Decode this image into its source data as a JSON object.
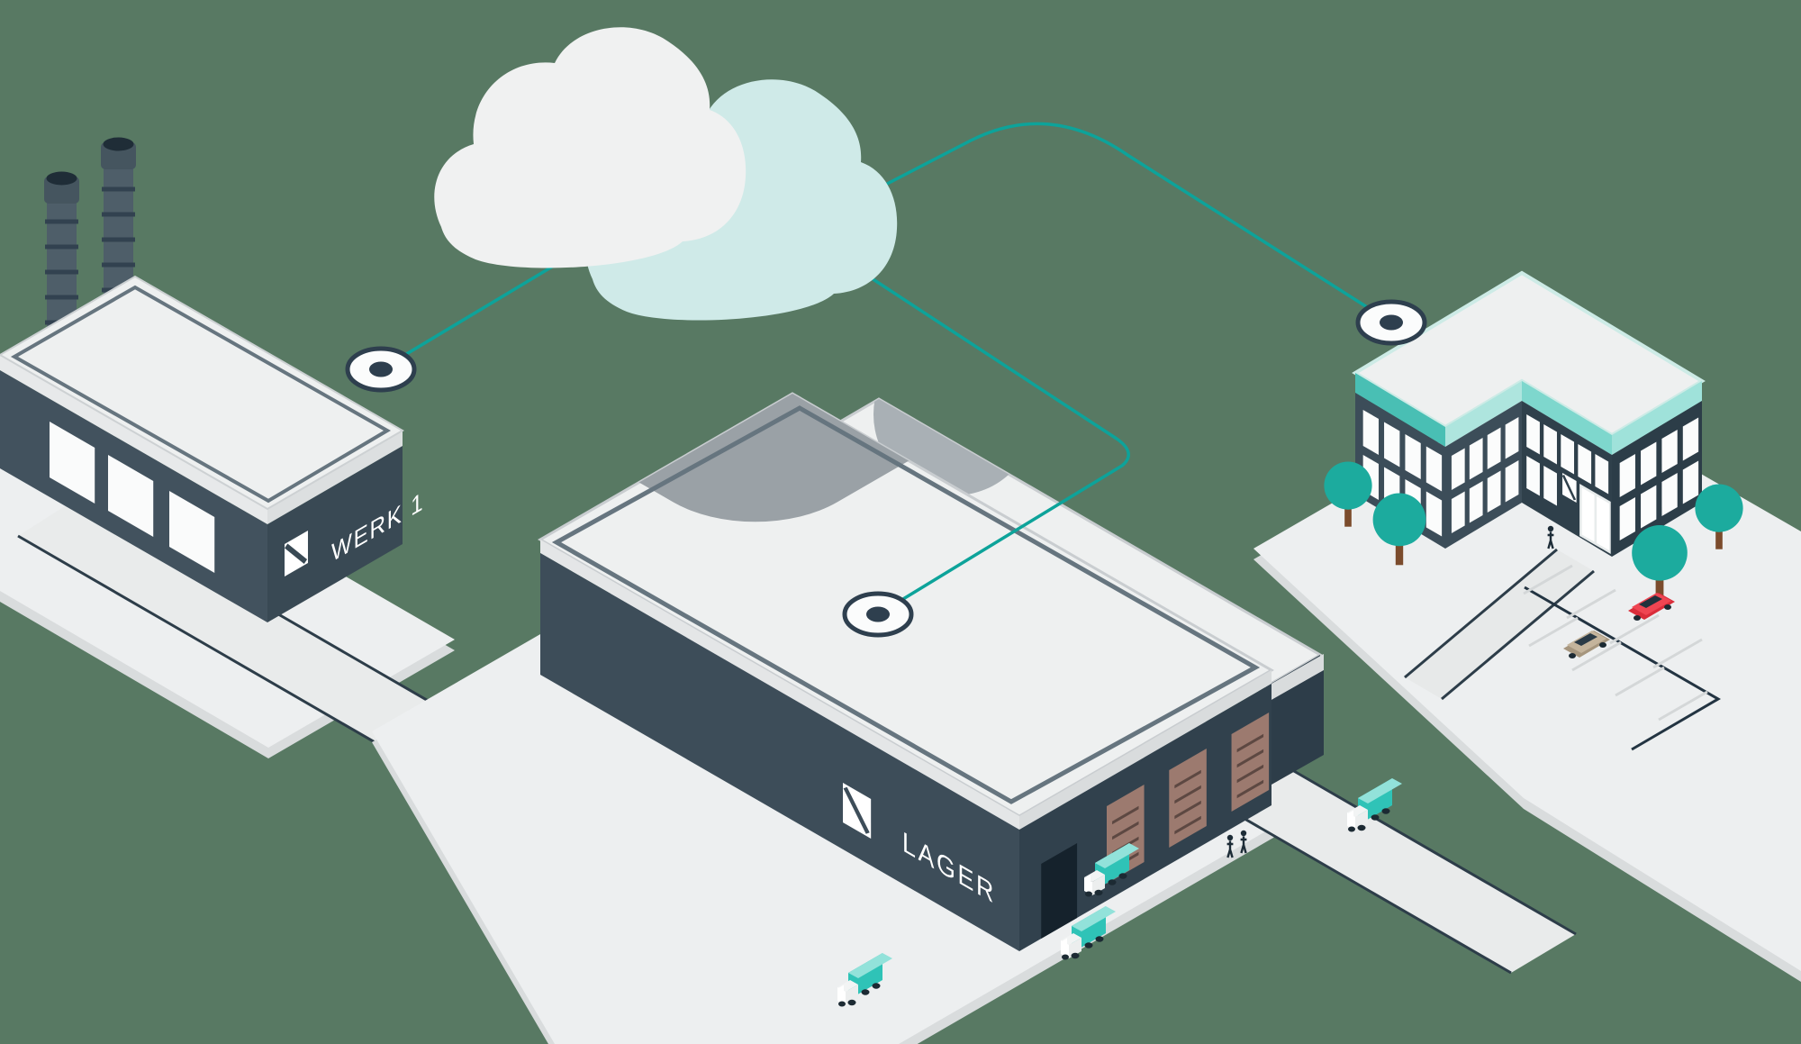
{
  "scene": {
    "type": "isometric-illustration",
    "description": "Cloud-connected logistics network with factory, warehouse and office building",
    "background_color": "#587963",
    "accent_color": "#0da39a"
  },
  "buildings": {
    "factory": {
      "label": "WERK 1",
      "logo": "document-fold-icon",
      "features": [
        "two smokestacks",
        "three windows"
      ]
    },
    "warehouse": {
      "label": "LAGER",
      "logo": "document-fold-icon",
      "features": [
        "roof node",
        "three dock doors",
        "person door"
      ]
    },
    "office": {
      "label": "",
      "logo": "document-fold-icon",
      "features": [
        "mint roof trim",
        "window grids",
        "entrance",
        "trees",
        "parking"
      ]
    }
  },
  "cloud": {
    "icon": "cloud-icon",
    "main_color": "#f0f1f1",
    "shadow_color": "#cfeae8"
  },
  "connections": [
    {
      "from": "cloud",
      "to": "factory",
      "node_icon": "connection-node-icon"
    },
    {
      "from": "cloud",
      "to": "warehouse",
      "node_icon": "connection-node-icon"
    },
    {
      "from": "cloud",
      "to": "office",
      "node_icon": "connection-node-icon"
    }
  ],
  "vehicles": {
    "trucks": {
      "count": 4,
      "box_color": "#2fc3b7",
      "top_color": "#92e2da",
      "cab_color": "#ffffff"
    },
    "cars": [
      {
        "color_name": "red",
        "color": "#e63946"
      },
      {
        "color_name": "tan",
        "color": "#b4a38b"
      }
    ]
  },
  "people": {
    "count": 3
  },
  "trees": {
    "count": 4,
    "canopy_color": "#1cab9e",
    "trunk_color": "#7b4b2c"
  },
  "palette": {
    "wall_light": "#3d4d59",
    "wall_dark": "#31414d",
    "roof_white": "#eef0f0",
    "parapet_inner": "#66757f",
    "platform": "#edeff0",
    "road_line": "#2d3d49",
    "dock_door": "#9c7a6f",
    "mint_band_light": "#aee5de",
    "teal_band": "#49bfb4",
    "node_ring": "#2e3f4e",
    "roof_blob": "#9aa1a6",
    "chimney": "#4e5e69"
  }
}
